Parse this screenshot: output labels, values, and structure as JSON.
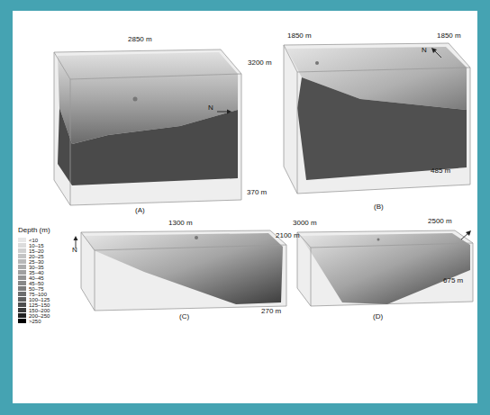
{
  "diagram": {
    "labels": [
      "2850 m",
      "3200 m",
      "N",
      "370 m",
      "(A)",
      "1850 m",
      "1850 m",
      "N",
      "485 m",
      "(B)",
      "Depth (m)",
      "1300 m",
      "2100 m",
      "N",
      "270 m",
      "(C)",
      "3000 m",
      "2500 m",
      "675 m",
      "(D)"
    ],
    "legend": [
      {
        "text": "<10",
        "color": "#e8e8e8"
      },
      {
        "text": "10–15",
        "color": "#dcdcdc"
      },
      {
        "text": "15–20",
        "color": "#d0d0d0"
      },
      {
        "text": "20–25",
        "color": "#c4c4c4"
      },
      {
        "text": "25–30",
        "color": "#b8b8b8"
      },
      {
        "text": "30–35",
        "color": "#acacac"
      },
      {
        "text": "35–40",
        "color": "#a0a0a0"
      },
      {
        "text": "40–45",
        "color": "#949494"
      },
      {
        "text": "45–50",
        "color": "#888888"
      },
      {
        "text": "50–75",
        "color": "#7c7c7c"
      },
      {
        "text": "75–100",
        "color": "#6e6e6e"
      },
      {
        "text": "100–125",
        "color": "#606060"
      },
      {
        "text": "125–150",
        "color": "#4e4e4e"
      },
      {
        "text": "150–200",
        "color": "#3a3a3a"
      },
      {
        "text": "200–250",
        "color": "#222222"
      },
      {
        "text": ">250",
        "color": "#000000"
      }
    ]
  }
}
